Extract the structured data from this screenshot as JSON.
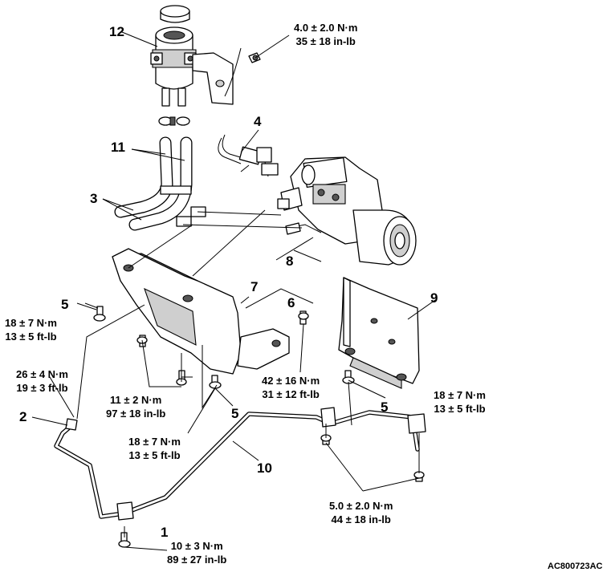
{
  "callouts": {
    "c1": "1",
    "c2": "2",
    "c3": "3",
    "c4": "4",
    "c5a": "5",
    "c5b": "5",
    "c5c": "5",
    "c6": "6",
    "c7": "7",
    "c8": "8",
    "c9": "9",
    "c10": "10",
    "c11": "11",
    "c12": "12"
  },
  "torques": {
    "t_reservoir": {
      "nm": "4.0 ± 2.0 N·m",
      "imp": "35 ± 18 in-lb"
    },
    "t_left_bolt": {
      "nm": "18 ± 7 N·m",
      "imp": "13 ± 5 ft-lb"
    },
    "t_flare": {
      "nm": "26 ± 4 N·m",
      "imp": "19 ± 3 ft-lb"
    },
    "t_bracket_bolts": {
      "nm": "11 ± 2 N·m",
      "imp": "97 ± 18 in-lb"
    },
    "t_pump_bolt": {
      "nm": "42 ± 16 N·m",
      "imp": "31 ± 12 ft-lb"
    },
    "t_right_bolt": {
      "nm": "18 ± 7 N·m",
      "imp": "13 ± 5 ft-lb"
    },
    "t_center_bolt": {
      "nm": "18 ± 7 N·m",
      "imp": "13 ± 5 ft-lb"
    },
    "t_clamp_bolts": {
      "nm": "5.0 ± 2.0 N·m",
      "imp": "44 ± 18 in-lb"
    },
    "t_bottom_bolt": {
      "nm": "10 ± 3 N·m",
      "imp": "89 ± 27 in-lb"
    }
  },
  "figure_code": "AC800723AC"
}
